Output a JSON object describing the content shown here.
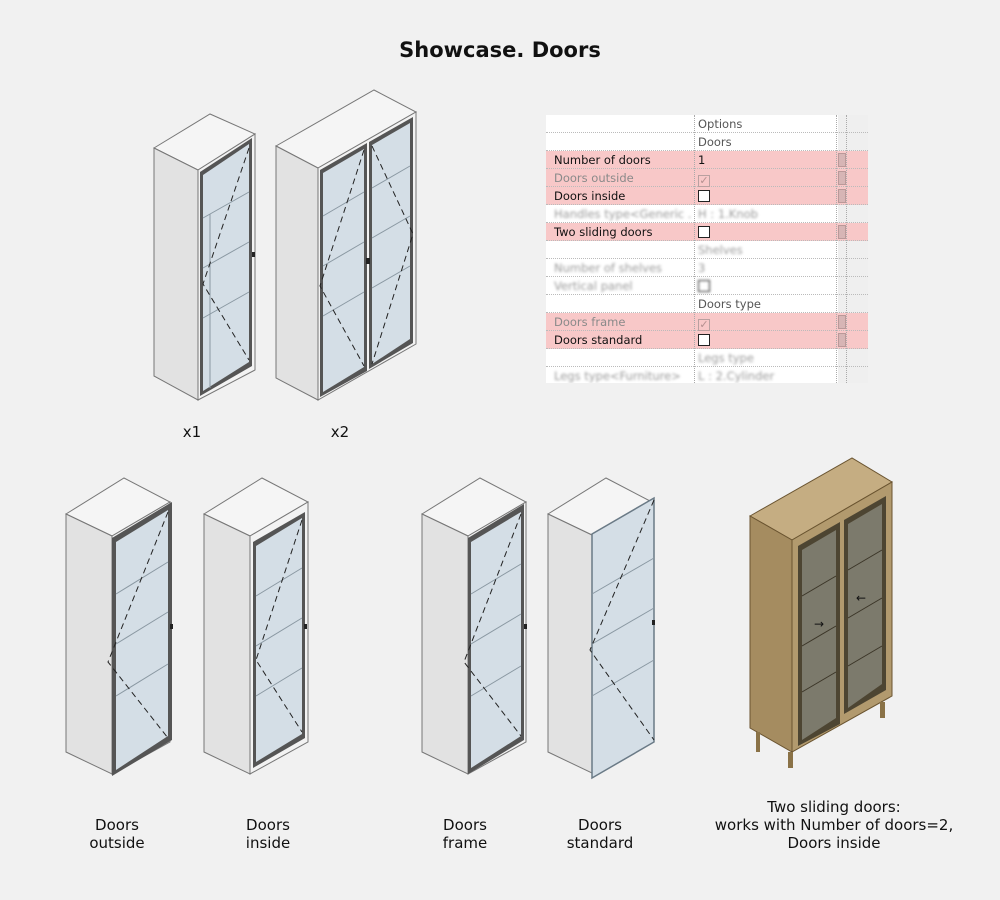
{
  "title": "Showcase. Doors",
  "captions": {
    "x1": "x1",
    "x2": "x2",
    "doors_outside": [
      "Doors",
      "outside"
    ],
    "doors_inside": [
      "Doors",
      "inside"
    ],
    "doors_frame": [
      "Doors",
      "frame"
    ],
    "doors_standard": [
      "Doors",
      "standard"
    ],
    "two_sliding": [
      "Two sliding doors:",
      "works with Number of doors=2,",
      "Doors inside"
    ]
  },
  "panel": {
    "rows": [
      {
        "header": "Options"
      },
      {
        "header": "Doors"
      },
      {
        "name": "Number of doors",
        "value": "1",
        "highlight": true
      },
      {
        "name": "Doors outside",
        "checked": true,
        "highlight": true,
        "dim": true
      },
      {
        "name": "Doors inside",
        "checked": false,
        "highlight": true
      },
      {
        "name": "Handles type<Generic ...",
        "value": "H : 1.Knob",
        "blur": true
      },
      {
        "name": "Two sliding doors",
        "checked": false,
        "highlight": true
      },
      {
        "header": "Shelves",
        "blur": true
      },
      {
        "name": "Number of shelves",
        "value": "3",
        "blur": true
      },
      {
        "name": "Vertical panel",
        "checked": false,
        "blur": true
      },
      {
        "header": "Doors type"
      },
      {
        "name": "Doors frame",
        "checked": true,
        "highlight": true,
        "dim": true
      },
      {
        "name": "Doors standard",
        "checked": false,
        "highlight": true
      },
      {
        "header": "Legs type",
        "blur": true
      },
      {
        "name": "Legs type<Furniture>",
        "value": "L : 2.Cylinder",
        "blur": true
      }
    ]
  },
  "colors": {
    "cabinet_side": "#e6e6e6",
    "cabinet_front": "#f4f4f4",
    "glass": "#d3dde5",
    "wood": "#b29a6e",
    "wood_dark": "#8a7247",
    "row_highlight": "#f8c8c8"
  }
}
